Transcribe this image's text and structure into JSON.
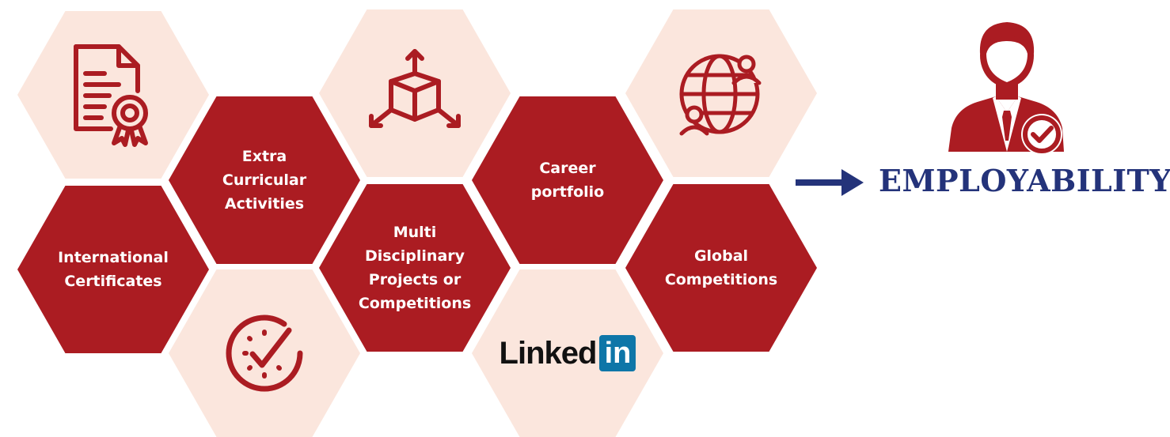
{
  "hexagons": {
    "international_certificates": "International\nCertificates",
    "extra_curricular": "Extra\nCurricular\nActivities",
    "multi_disciplinary": "Multi\nDisciplinary\nProjects  or\nCompetitions",
    "career_portfolio": "Career\nportfolio",
    "global_competitions": "Global\nCompetitions"
  },
  "linkedin": {
    "word": "Linked",
    "box": "in"
  },
  "outcome": {
    "title": "EMPLOYABILITY"
  },
  "colors": {
    "dark_hex": "#ab1c22",
    "light_hex": "#fbe6dd",
    "icon": "#ab1c22",
    "arrow": "#24337a",
    "title": "#24337a",
    "linkedin_blue": "#0e76a8"
  },
  "icons": {
    "certificate": "certificate-icon",
    "box": "box-arrows-icon",
    "globe": "globe-network-icon",
    "clock": "clock-check-icon",
    "person": "businessman-check-icon"
  }
}
